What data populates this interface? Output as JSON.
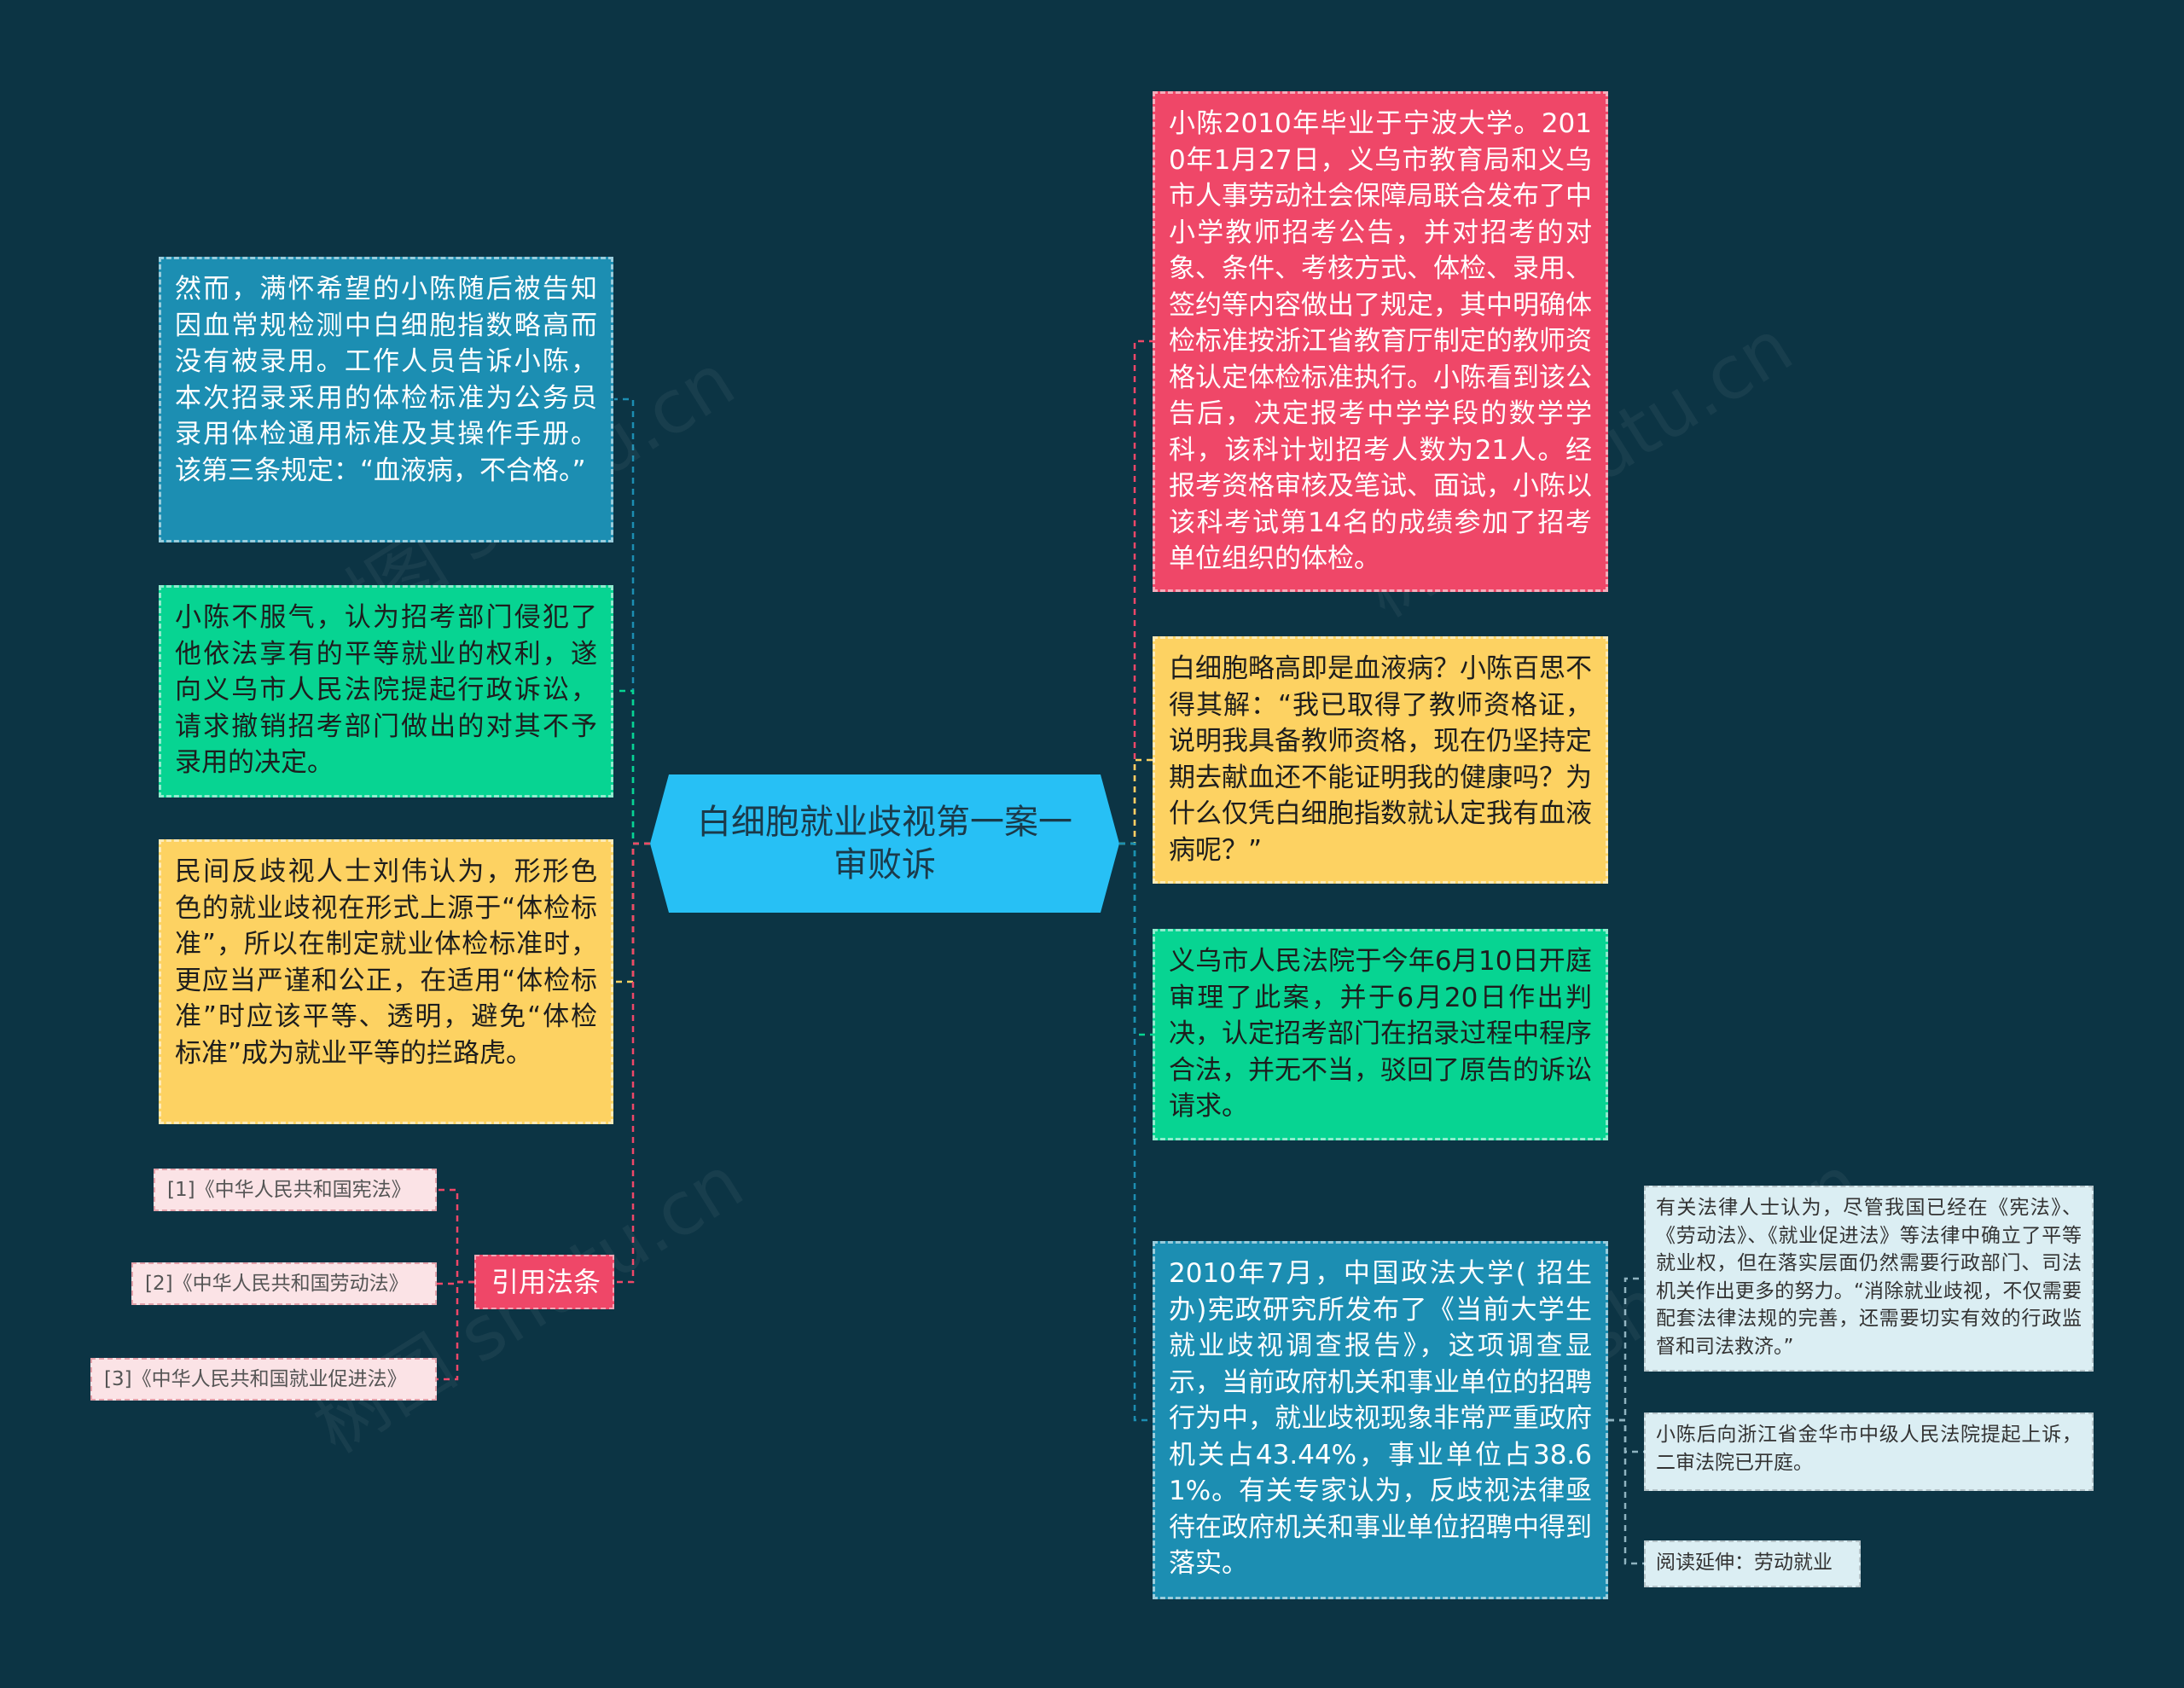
{
  "center": {
    "title": "白细胞就业歧视第一案一审败诉"
  },
  "watermark": "树图 shutu.cn",
  "right": [
    {
      "text": "小陈2010年毕业于宁波大学。2010年1月27日，义乌市教育局和义乌市人事劳动社会保障局联合发布了中小学教师招考公告，并对招考的对象、条件、考核方式、体检、录用、签约等内容做出了规定，其中明确体检标准按浙江省教育厅制定的教师资格认定体检标准执行。小陈看到该公告后，决定报考中学学段的数学学科，该科计划招考人数为21人。经报考资格审核及笔试、面试，小陈以该科考试第14名的成绩参加了招考单位组织的体检。",
      "color": "#ef4768"
    },
    {
      "text": "白细胞略高即是血液病？小陈百思不得其解：“我已取得了教师资格证，说明我具备教师资格，现在仍坚持定期去献血还不能证明我的健康吗？为什么仅凭白细胞指数就认定我有血液病呢？”",
      "color": "#fdd262"
    },
    {
      "text": "义乌市人民法院于今年6月10日开庭审理了此案，并于6月20日作出判决，认定招考部门在招录过程中程序合法，并无不当，驳回了原告的诉讼请求。",
      "color": "#07d492"
    },
    {
      "text": "2010年7月，中国政法大学( 招生办)宪政研究所发布了《当前大学生就业歧视调查报告》，这项调查显示，当前政府机关和事业单位的招聘行为中，就业歧视现象非常严重政府机关占43.44%，事业单位占38.61%。有关专家认为，反歧视法律亟待在政府机关和事业单位招聘中得到落实。",
      "color": "#1c8eb2"
    }
  ],
  "right_sub": [
    {
      "text": "有关法律人士认为，尽管我国已经在《宪法》、《劳动法》、《就业促进法》等法律中确立了平等就业权，但在落实层面仍然需要行政部门、司法机关作出更多的努力。“消除就业歧视，不仅需要配套法律法规的完善，还需要切实有效的行政监督和司法救济。”"
    },
    {
      "text": "小陈后向浙江省金华市中级人民法院提起上诉，二审法院已开庭。"
    },
    {
      "text": "阅读延伸：劳动就业"
    }
  ],
  "left": [
    {
      "text": "然而，满怀希望的小陈随后被告知因血常规检测中白细胞指数略高而没有被录用。工作人员告诉小陈，本次招录采用的体检标准为公务员录用体检通用标准及其操作手册。该第三条规定：“血液病，不合格。”",
      "color": "#1c8eb2"
    },
    {
      "text": "小陈不服气，认为招考部门侵犯了他依法享有的平等就业的权利，遂向义乌市人民法院提起行政诉讼，请求撤销招考部门做出的对其不予录用的决定。",
      "color": "#07d492"
    },
    {
      "text": "民间反歧视人士刘伟认为，形形色色的就业歧视在形式上源于“体检标准”，所以在制定就业体检标准时，更应当严谨和公正，在适用“体检标准”时应该平等、透明，避免“体检标准”成为就业平等的拦路虎。",
      "color": "#fdd262"
    },
    {
      "text": "引用法条",
      "color": "#ef4768"
    }
  ],
  "refs": [
    {
      "text": "[1]《中华人民共和国宪法》"
    },
    {
      "text": "[2]《中华人民共和国劳动法》"
    },
    {
      "text": "[3]《中华人民共和国就业促进法》"
    }
  ],
  "colors": {
    "background": "#0c3444",
    "center": "#27c0f5",
    "sub_bg": "#dbeef3",
    "ref_bg": "#fbe3e6"
  }
}
